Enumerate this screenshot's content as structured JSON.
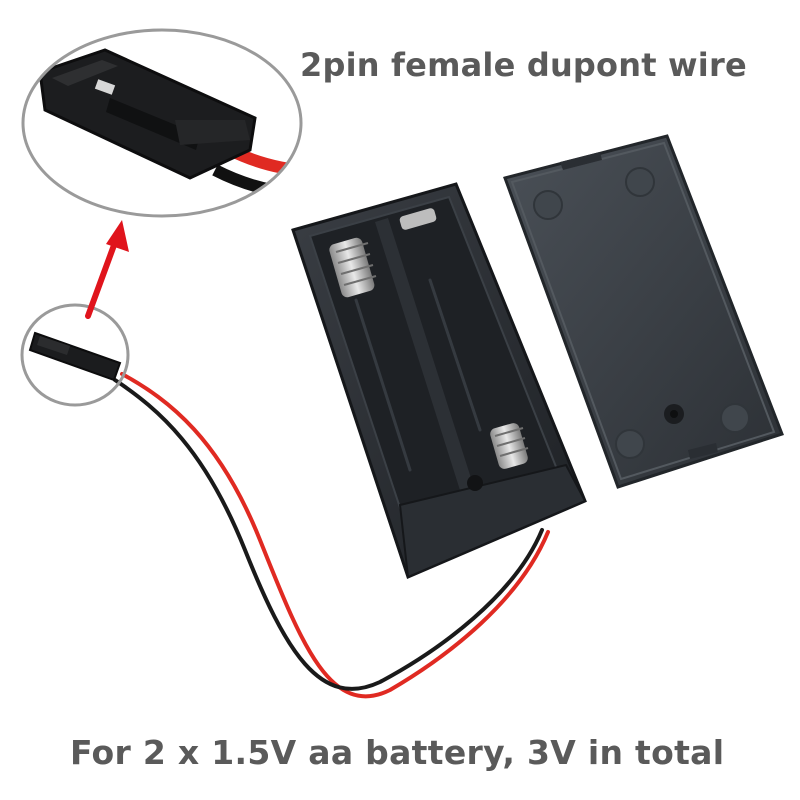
{
  "captions": {
    "top": "2pin female dupont wire",
    "bottom": "For 2 x 1.5V aa battery, 3V in total"
  },
  "colors": {
    "background": "#ffffff",
    "caption_text": "#5a5a5a",
    "holder_body": "#2a2d31",
    "holder_inner": "#1e2125",
    "lid": "#3a3f45",
    "red_wire": "#e02a22",
    "black_wire": "#1a1a1a",
    "arrow": "#e0141c",
    "callout_ring": "#9a9a9a",
    "spring_metal": "#c8c8c8"
  },
  "icons": {
    "arrow": "red-arrow-up-icon",
    "magnifier": "zoom-callout-circle"
  }
}
